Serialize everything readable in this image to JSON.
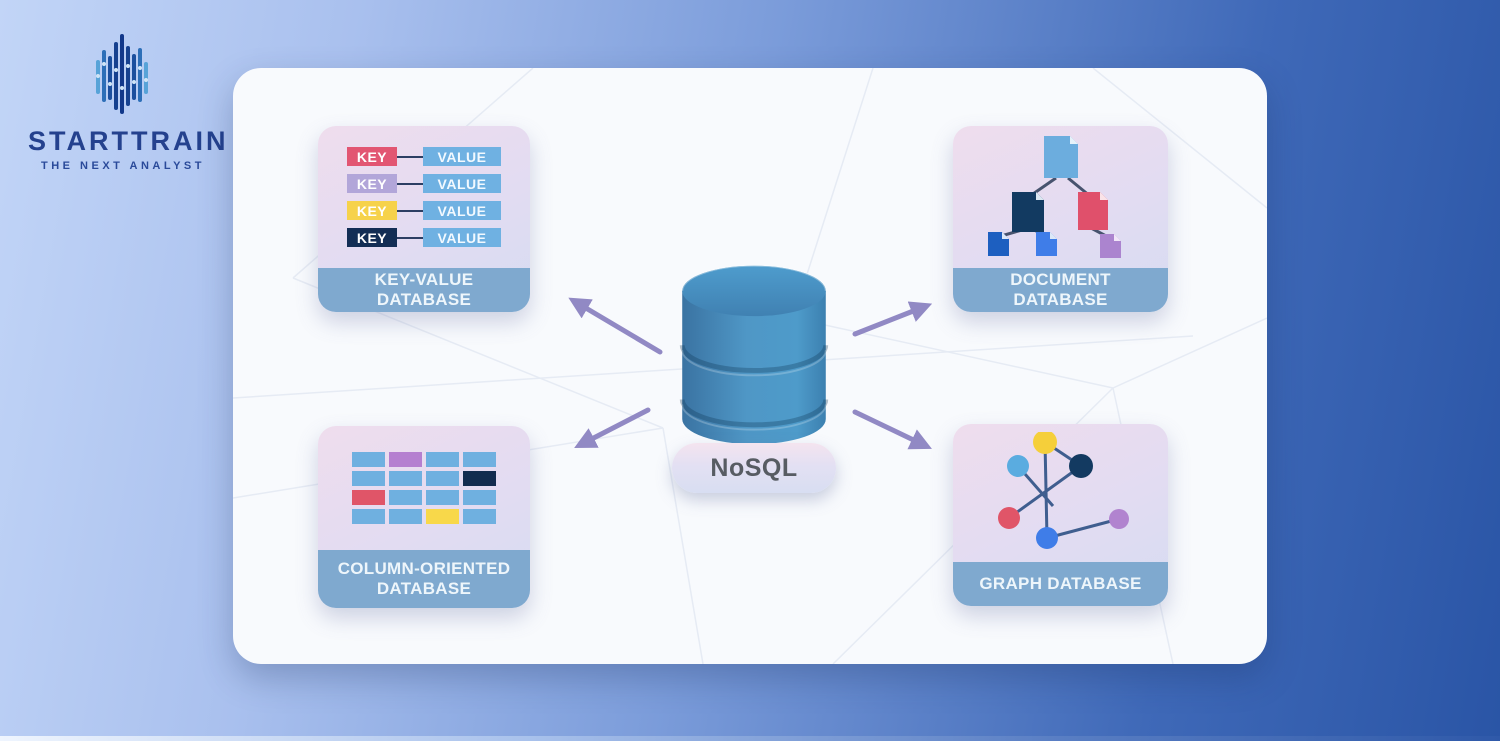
{
  "brand": {
    "name": "STARTTRAIN",
    "tagline": "THE NEXT ANALYST",
    "icon": "equalizer-bars-logo-icon"
  },
  "center": {
    "label": "NoSQL",
    "icon": "database-cylinder-icon"
  },
  "cards": {
    "key_value": {
      "title": "KEY-VALUE DATABASE",
      "value_color": "#6fb1e2",
      "rows": [
        {
          "key": "KEY",
          "value": "VALUE",
          "key_color": "#e25672"
        },
        {
          "key": "KEY",
          "value": "VALUE",
          "key_color": "#b2a6d9"
        },
        {
          "key": "KEY",
          "value": "VALUE",
          "key_color": "#f6d24b"
        },
        {
          "key": "KEY",
          "value": "VALUE",
          "key_color": "#132e55"
        }
      ]
    },
    "document": {
      "title": "DOCUMENT DATABASE",
      "icon": "document-tree-icon"
    },
    "column": {
      "title": "COLUMN-ORIENTED DATABASE",
      "grid": [
        [
          "#6fb0e0",
          "#b57fd0",
          "#6fb0e0",
          "#6fb0e0"
        ],
        [
          "#6fb0e0",
          "#6fb0e0",
          "#6fb0e0",
          "#122c4f"
        ],
        [
          "#e05568",
          "#6fb0e0",
          "#6fb0e0",
          "#6fb0e0"
        ],
        [
          "#6fb0e0",
          "#6fb0e0",
          "#f8d84a",
          "#6fb0e0"
        ]
      ]
    },
    "graph": {
      "title": "GRAPH DATABASE",
      "icon": "graph-network-icon"
    }
  },
  "colors": {
    "arrow": "#9189c4",
    "label_bar": "#7fa9cf",
    "panel_background": "#f8fafd",
    "background_left": "#c2d5f7",
    "background_right": "#2a55a6"
  }
}
